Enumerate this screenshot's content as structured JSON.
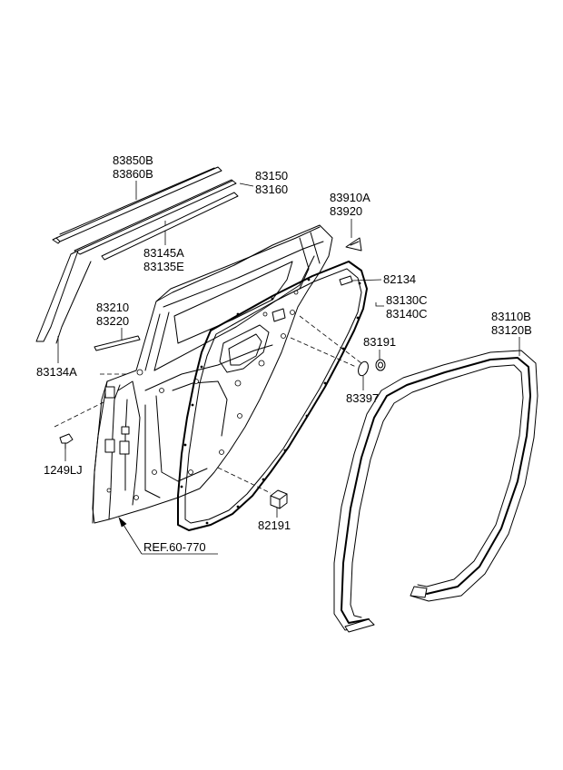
{
  "labels": {
    "l83850B": "83850B",
    "l83860B": "83860B",
    "l83150": "83150",
    "l83160": "83160",
    "l83910A": "83910A",
    "l83920": "83920",
    "l83145A": "83145A",
    "l83135E": "83135E",
    "l82134": "82134",
    "l83130C": "83130C",
    "l83140C": "83140C",
    "l83210": "83210",
    "l83220": "83220",
    "l83110B": "83110B",
    "l83120B": "83120B",
    "l83191": "83191",
    "l83134A": "83134A",
    "l83397": "83397",
    "l1249LJ": "1249LJ",
    "l82191": "82191",
    "ref": "REF.60-770"
  }
}
